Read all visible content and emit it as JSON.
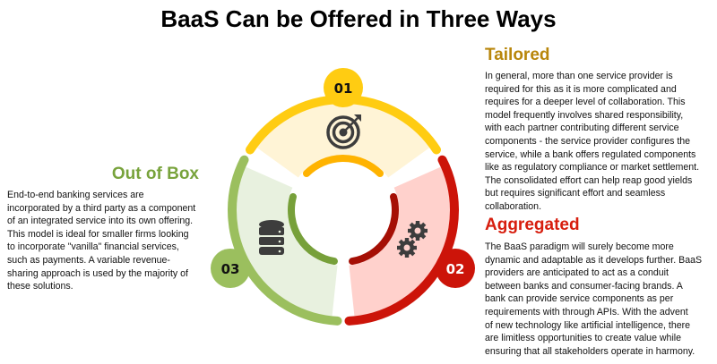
{
  "title": "BaaS Can be Offered in Three Ways",
  "colors": {
    "tailored": "#B8860B",
    "aggregated": "#D71E0E",
    "out_of_box": "#78A33C"
  },
  "segments": [
    {
      "number": "01",
      "name": "Tailored",
      "icon": "target-icon",
      "lines": [
        "In general, more than one service provider is",
        "required for this as it is more complicated and",
        "requires for a deeper level of collaboration. This",
        "model frequently involves shared responsibility,",
        "with each partner contributing different service",
        "components - the service provider configures the",
        "service, while a bank offers regulated components",
        "like as regulatory compliance or market settlement.",
        "The consolidated effort can help reap good yields",
        "but requires significant effort and seamless",
        "collaboration."
      ]
    },
    {
      "number": "02",
      "name": "Aggregated",
      "icon": "gears-icon",
      "lines": [
        "The BaaS paradigm will surely become more",
        "dynamic and adaptable as it develops further. BaaS",
        "providers are anticipated to act as a conduit",
        "between banks and consumer-facing brands. A",
        "bank can provide service components as per",
        "requirements with through APIs. With the advent",
        "of new technology like artificial intelligence, there",
        "are limitless opportunities to create value while",
        "ensuring that all stakeholders operate in harmony."
      ]
    },
    {
      "number": "03",
      "name": "Out of Box",
      "icon": "database-icon",
      "lines": [
        "End-to-end banking services are",
        "incorporated by a third party as a component",
        "of an integrated service into its own offering.",
        "This model is ideal for smaller firms looking",
        "to incorporate \"vanilla\" financial services,",
        "such as payments. A variable revenue-",
        "sharing approach is used by the majority of",
        "these solutions."
      ]
    }
  ]
}
